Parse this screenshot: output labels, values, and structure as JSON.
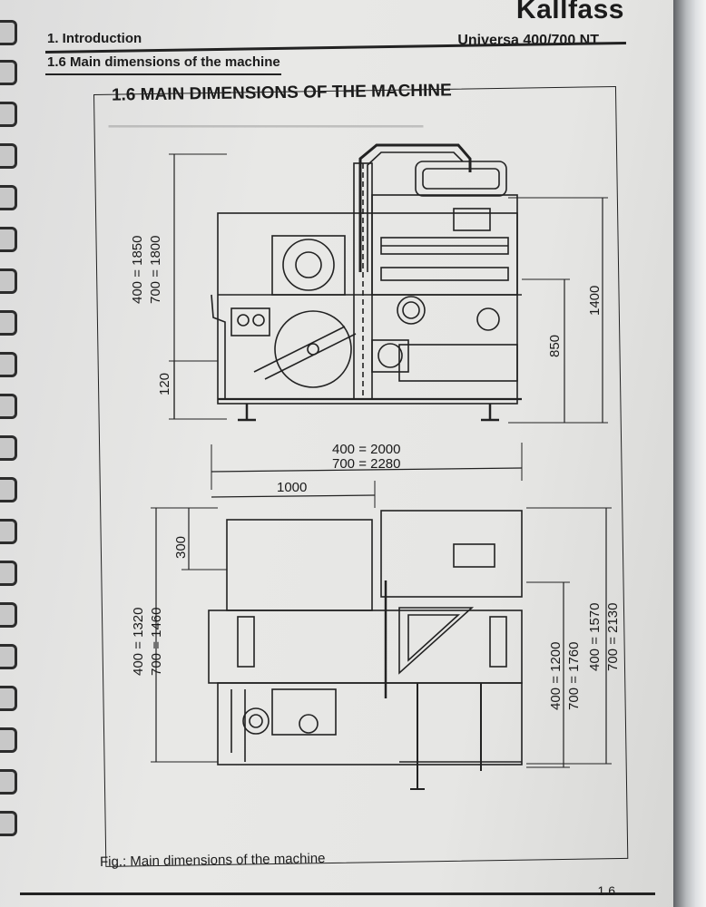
{
  "header": {
    "brand": "Kallfass",
    "chapter": "1. Introduction",
    "section": "1.6 Main dimensions of the machine",
    "model": "Universa 400/700 NT"
  },
  "page_title": "1.6 MAIN DIMENSIONS OF THE MACHINE",
  "dimensions": {
    "height_total_left_400": "400 = 1850",
    "height_total_left_700": "700 = 1800",
    "height_right": "1400",
    "height_table": "850",
    "height_foot": "120",
    "length_total_400": "400 = 2000",
    "length_total_700": "700 = 2280",
    "length_part": "1000",
    "depth_offset": "300",
    "depth_left_400": "400 = 1320",
    "depth_left_700": "700 = 1460",
    "depth_mid_400": "400 = 1200",
    "depth_mid_700": "700 = 1760",
    "depth_right_400": "400 = 1570",
    "depth_right_700": "700 = 2130"
  },
  "caption": "Fig.: Main dimensions of the machine",
  "page_number": "1.6"
}
